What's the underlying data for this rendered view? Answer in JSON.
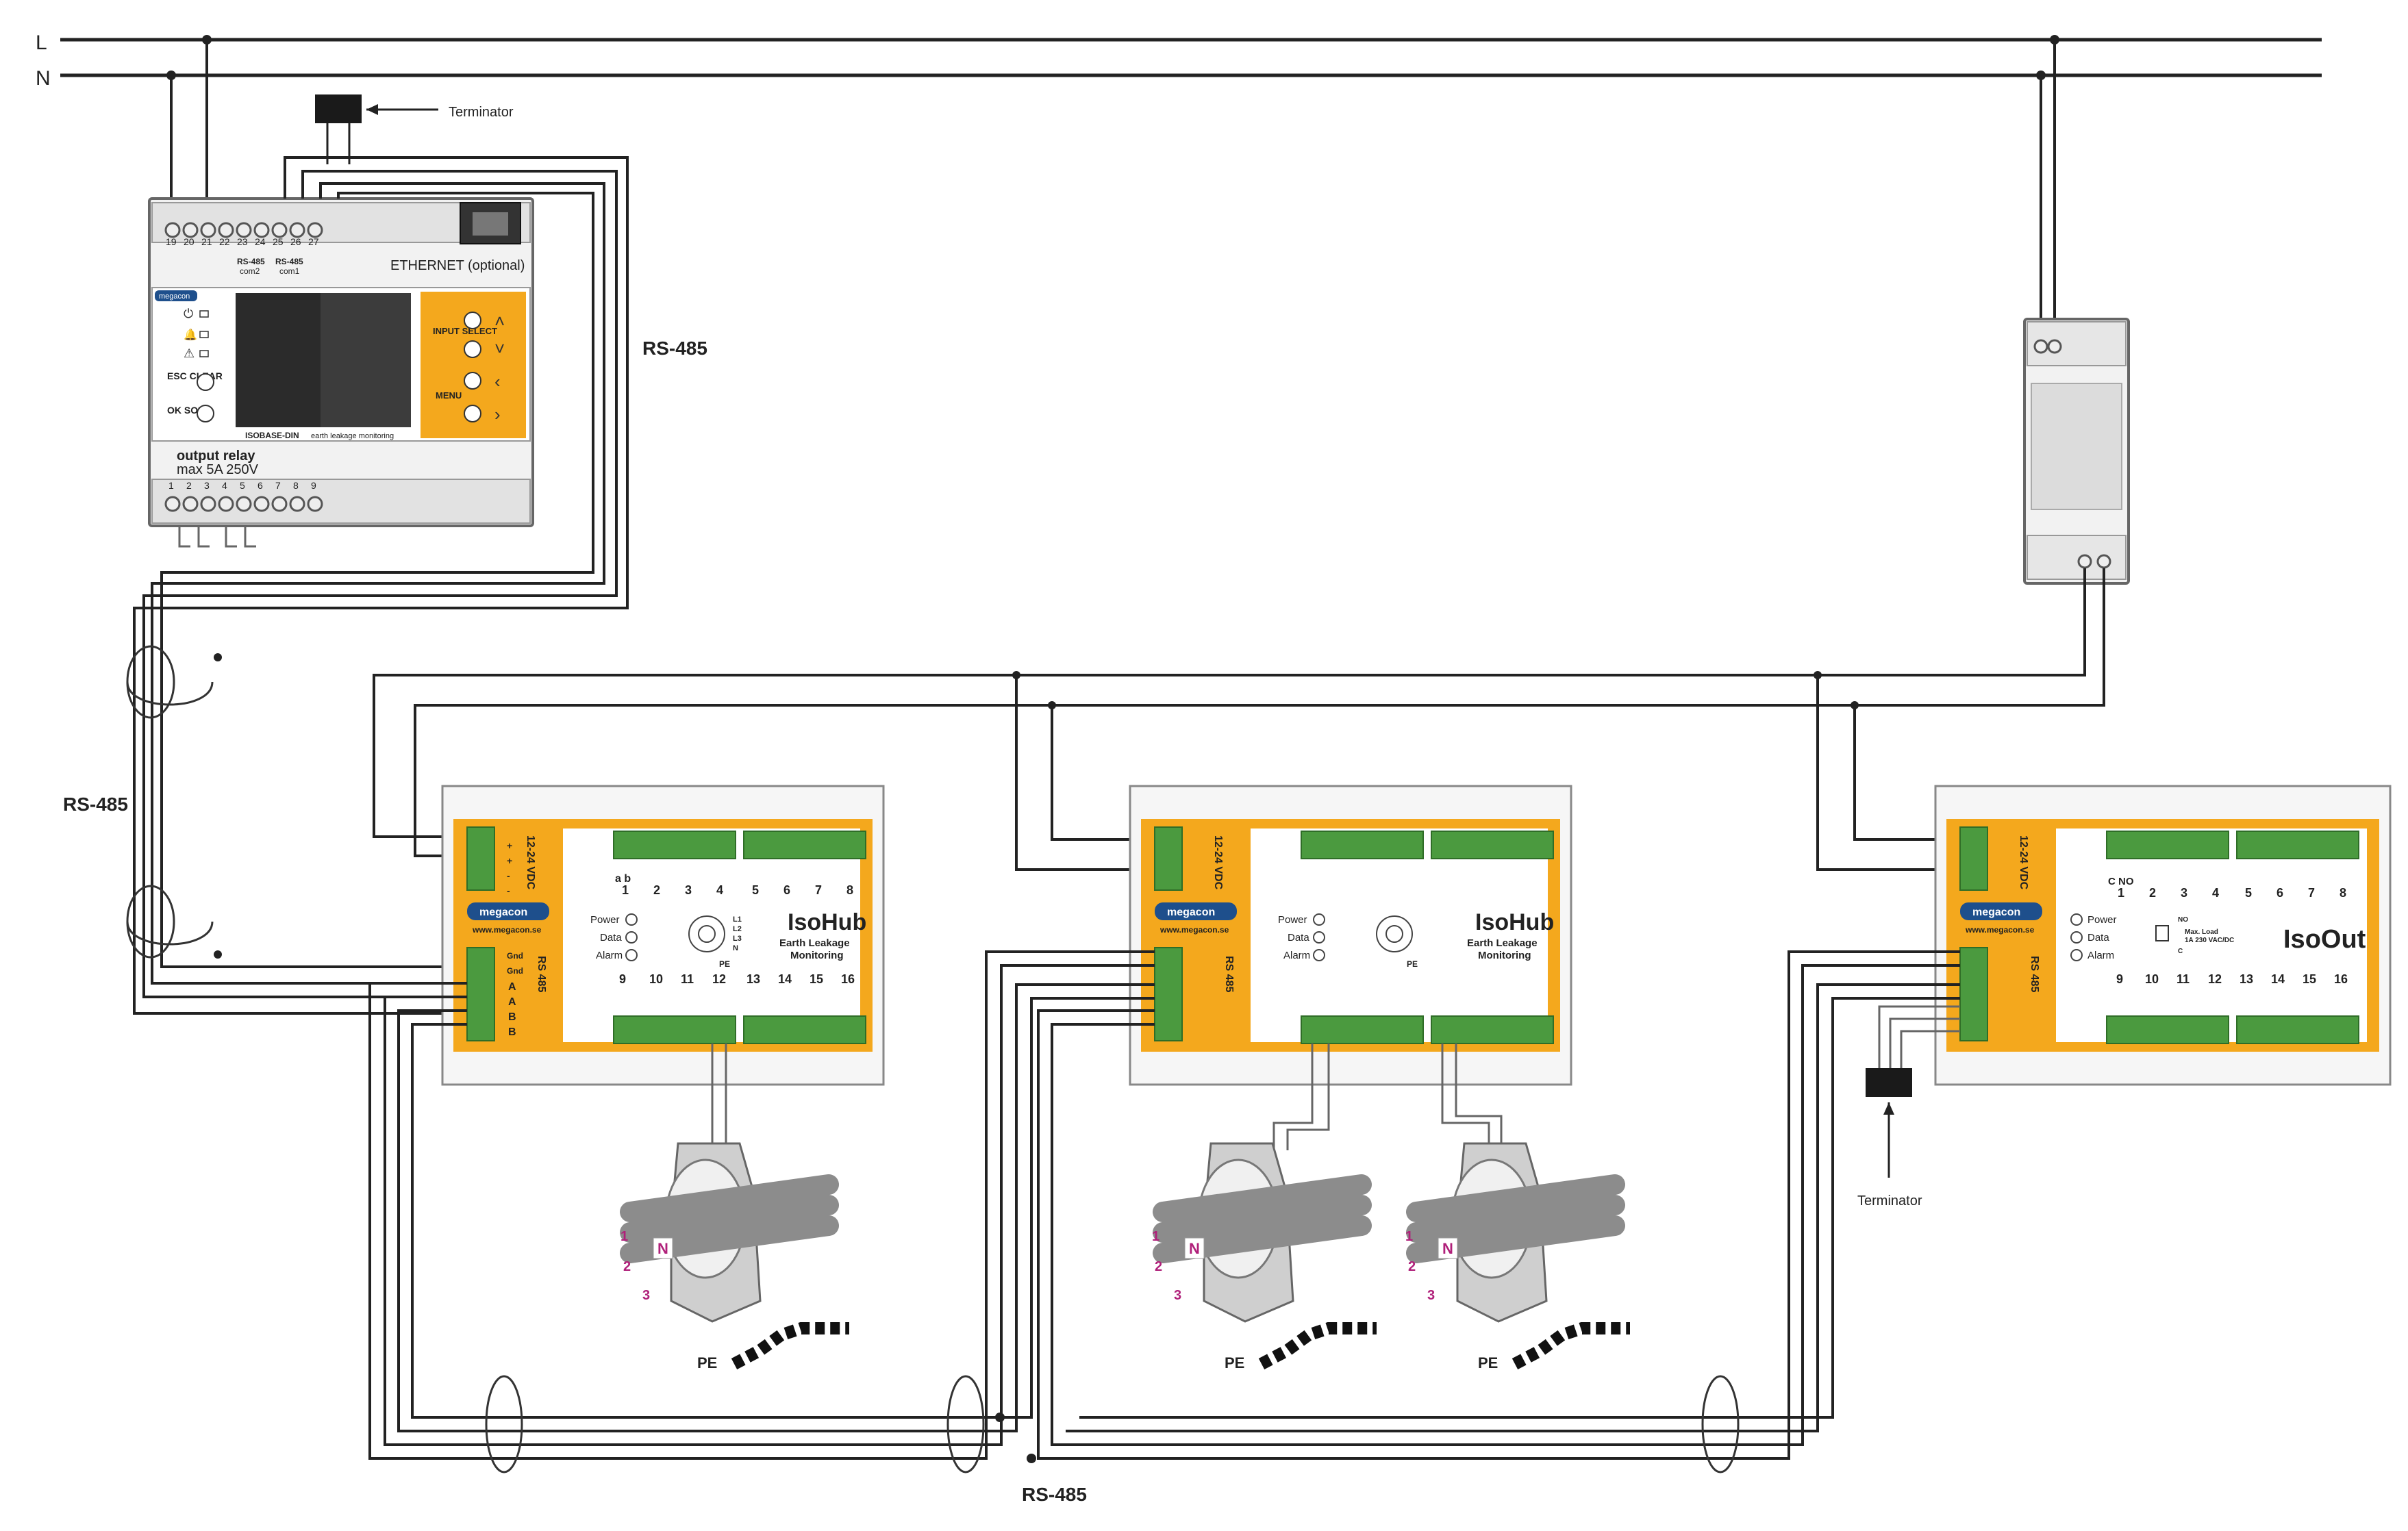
{
  "mains": {
    "line_l": "L",
    "line_n": "N"
  },
  "terminator_top": {
    "label": "Terminator"
  },
  "terminator_bottom": {
    "label": "Terminator"
  },
  "rs485": {
    "top_label": "RS-485",
    "left_label": "RS-485",
    "bottom_label": "RS-485"
  },
  "isobase": {
    "terminals_top": [
      "19",
      "20",
      "21",
      "22",
      "23",
      "24",
      "25",
      "26",
      "27"
    ],
    "rs485_com2": "RS-485",
    "com2": "com2",
    "rs485_com1": "RS-485",
    "com1": "com1",
    "ethernet": "ETHERNET (optional)",
    "brand": "megacon",
    "input_select": "INPUT SELECT",
    "menu": "MENU",
    "esc_clear": "ESC CLEAR",
    "ok_sort": "OK SORT",
    "model": "ISOBASE-DIN",
    "subtitle": "earth leakage monitoring",
    "relay_title": "output relay",
    "relay_spec": "max 5A 250V",
    "terminals_bottom": [
      "1",
      "2",
      "3",
      "4",
      "5",
      "6",
      "7",
      "8",
      "9"
    ]
  },
  "isohub1": {
    "supply": "12-24 VDC",
    "supply_pins": [
      "+",
      "+",
      "-",
      "-"
    ],
    "brand": "megacon",
    "website": "www.megacon.se",
    "rs485": "RS 485",
    "rs485_pins": [
      "Gnd",
      "Gnd",
      "A",
      "A",
      "B",
      "B"
    ],
    "channels_top": [
      "1",
      "2",
      "3",
      "4",
      "5",
      "6",
      "7",
      "8"
    ],
    "channels_bottom": [
      "9",
      "10",
      "11",
      "12",
      "13",
      "14",
      "15",
      "16"
    ],
    "ab": "a b",
    "power": "Power",
    "data": "Data",
    "alarm": "Alarm",
    "phase_labels": [
      "L1",
      "L2",
      "L3",
      "N"
    ],
    "pe": "PE",
    "title": "IsoHub",
    "subtitle1": "Earth Leakage",
    "subtitle2": "Monitoring"
  },
  "isohub2": {
    "supply": "12-24 VDC",
    "brand": "megacon",
    "website": "www.megacon.se",
    "rs485": "RS 485",
    "title": "IsoHub",
    "subtitle1": "Earth Leakage",
    "subtitle2": "Monitoring",
    "power": "Power",
    "data": "Data",
    "alarm": "Alarm",
    "pe": "PE"
  },
  "isoout": {
    "supply": "12-24 VDC",
    "brand": "megacon",
    "website": "www.megacon.se",
    "rs485": "RS 485",
    "c_no": "C NO",
    "channels_top": [
      "1",
      "2",
      "3",
      "4",
      "5",
      "6",
      "7",
      "8"
    ],
    "channels_bottom": [
      "9",
      "10",
      "11",
      "12",
      "13",
      "14",
      "15",
      "16"
    ],
    "power": "Power",
    "data": "Data",
    "alarm": "Alarm",
    "relay_no": "NO",
    "relay_c": "C",
    "max_load": "Max. Load",
    "max_load_spec": "1A 230 VAC/DC",
    "title": "IsoOut"
  },
  "sensors": {
    "conductors": [
      "1",
      "2",
      "3"
    ],
    "neutral": "N",
    "pe": "PE"
  },
  "colors": {
    "accent": "#f4a81d",
    "terminal": "#4b9a3f",
    "magenta": "#b0207a"
  }
}
